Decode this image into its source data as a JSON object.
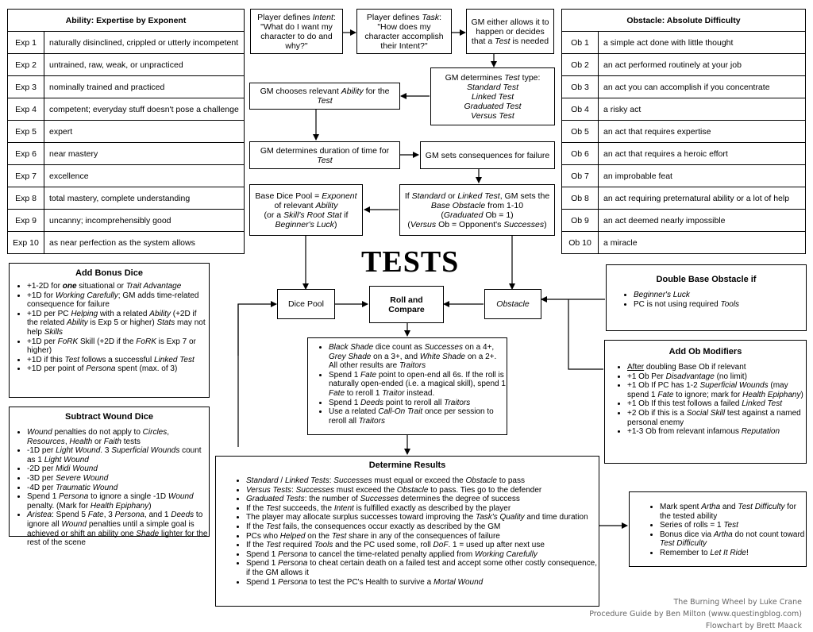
{
  "title": "TESTS",
  "ability_table": {
    "header": "Ability: Expertise by Exponent",
    "rows": [
      {
        "key": "Exp 1",
        "desc": "naturally disinclined, crippled or utterly incompetent"
      },
      {
        "key": "Exp 2",
        "desc": "untrained, raw, weak, or unpracticed"
      },
      {
        "key": "Exp 3",
        "desc": "nominally trained and practiced"
      },
      {
        "key": "Exp 4",
        "desc": "competent; everyday stuff doesn't pose a challenge"
      },
      {
        "key": "Exp 5",
        "desc": "expert"
      },
      {
        "key": "Exp 6",
        "desc": "near mastery"
      },
      {
        "key": "Exp 7",
        "desc": "excellence"
      },
      {
        "key": "Exp 8",
        "desc": "total mastery, complete understanding"
      },
      {
        "key": "Exp 9",
        "desc": "uncanny; incomprehensibly good"
      },
      {
        "key": "Exp 10",
        "desc": "as near perfection as the system allows"
      }
    ]
  },
  "obstacle_table": {
    "header": "Obstacle: Absolute Difficulty",
    "rows": [
      {
        "key": "Ob 1",
        "desc": "a simple act done with little thought"
      },
      {
        "key": "Ob 2",
        "desc": "an act performed routinely at your job"
      },
      {
        "key": "Ob 3",
        "desc": "an act you can accomplish if you concentrate"
      },
      {
        "key": "Ob 4",
        "desc": "a risky act"
      },
      {
        "key": "Ob 5",
        "desc": "an act that requires expertise"
      },
      {
        "key": "Ob 6",
        "desc": "an act that requires a heroic effort"
      },
      {
        "key": "Ob 7",
        "desc": "an improbable feat"
      },
      {
        "key": "Ob 8",
        "desc": "an act requiring preternatural ability or a lot of help"
      },
      {
        "key": "Ob 9",
        "desc": "an act deemed nearly impossible"
      },
      {
        "key": "Ob 10",
        "desc": "a miracle"
      }
    ]
  },
  "flow": {
    "intent": {
      "a": "Player defines ",
      "b": "Intent",
      "c": ": \"What do I want my character to do and why?\""
    },
    "task": {
      "a": "Player defines ",
      "b": "Task",
      "c": ": \"How does my character accomplish their Intent?\""
    },
    "gm_allows": {
      "a": "GM either allows it to happen or decides that a ",
      "b": "Test",
      "c": " is needed"
    },
    "test_type": {
      "head": "GM determines ",
      "head_em": "Test",
      "head_tail": " type:",
      "types": [
        "Standard Test",
        "Linked Test",
        "Graduated Test",
        "Versus Test"
      ]
    },
    "ability": {
      "a": "GM chooses relevant ",
      "b": "Ability",
      "c": " for the ",
      "d": "Test"
    },
    "duration": {
      "a": "GM determines duration of time for ",
      "b": "Test"
    },
    "consequences": "GM sets consequences for failure",
    "base_pool": {
      "l1a": "Base Dice Pool = ",
      "l1b": "Exponent",
      "l1c": " of relevant ",
      "l1d": "Ability",
      "l2a": "(or a ",
      "l2b": "Skill's Root Stat",
      "l2c": " if ",
      "l2d": "Beginner's Luck",
      "l2e": ")"
    },
    "base_ob": {
      "l1a": "If ",
      "l1b": "Standard",
      "l1c": " or ",
      "l1d": "Linked Test",
      "l1e": ", GM sets the ",
      "l1f": "Base Obstacle",
      "l1g": " from 1-10",
      "l2a": "(",
      "l2b": "Graduated",
      "l2c": " Ob = 1)",
      "l3a": "(",
      "l3b": "Versus",
      "l3c": " Ob = Opponent's ",
      "l3d": "Successes",
      "l3e": ")"
    },
    "dice_pool": "Dice Pool",
    "roll_compare": "Roll and Compare",
    "obstacle": "Obstacle"
  },
  "bonus_dice": {
    "title": "Add Bonus Dice",
    "items": [
      "+1-2D for one situational or Trait Advantage",
      "+1D for Working Carefully; GM adds time-related consequence for failure",
      "+1D per PC Helping with a related Ability (+2D if the related Ability is Exp 5 or higher) Stats may not help Skills",
      "+1D per FoRK Skill (+2D if the FoRK is Exp 7 or higher)",
      "+1D if this Test follows a successful Linked Test",
      "+1D per point of Persona spent (max. of 3)"
    ]
  },
  "wound_dice": {
    "title": "Subtract Wound Dice",
    "items": [
      "Wound penalties do not apply to Circles, Resources, Health or Faith tests",
      "-1D per Light Wound. 3 Superficial Wounds count as 1 Light Wound",
      "-2D per Midi Wound",
      "-3D per Severe Wound",
      "-4D per Traumatic Wound",
      "Spend 1 Persona to ignore a single -1D Wound penalty. (Mark for Health Epiphany)",
      "Aristea: Spend 5 Fate, 3 Persona, and 1 Deeds to ignore all Wound penalties until a simple goal is achieved or shift an ability one Shade lighter for the rest of the scene"
    ]
  },
  "double_ob": {
    "title": "Double Base Obstacle if",
    "items": [
      "Beginner's Luck",
      "PC is not using required Tools"
    ]
  },
  "ob_mods": {
    "title": "Add Ob Modifiers",
    "items": [
      "After doubling Base Ob if relevant",
      "+1 Ob Per Disadvantage (no limit)",
      "+1 Ob If PC has 1-2 Superficial Wounds (may spend 1 Fate to ignore; mark for Health Epiphany)",
      "+1 Ob If this test follows a failed Linked Test",
      "+2 Ob if this is a Social Skill test against a named personal enemy",
      "+1-3 Ob from relevant infamous Reputation"
    ]
  },
  "shades": {
    "items": [
      "Black Shade dice count as Successes on a 4+, Grey Shade on a 3+, and White Shade on a 2+. All other results are Traitors",
      "Spend 1 Fate point to open-end all 6s. If the roll is naturally open-ended (i.e. a magical skill), spend 1 Fate to reroll 1 Traitor instead.",
      "Spend 1 Deeds point to reroll all Traitors",
      "Use a related Call-On Trait once per session to reroll all Traitors"
    ]
  },
  "results": {
    "title": "Determine Results",
    "items": [
      "Standard / Linked Tests: Successes must equal or exceed the Obstacle to pass",
      "Versus Tests: Successes must exceed the Obstacle to pass. Ties go to the defender",
      "Graduated Tests: the number of Successes determines the degree of success",
      "If the Test succeeds, the Intent is fulfilled exactly as described by the player",
      "The player may allocate surplus successes toward improving the Task's Quality and time duration",
      "If the Test fails, the consequences occur exactly as described by the GM",
      "PCs who Helped on the Test share in any of the consequences of failure",
      "If the Test required Tools and the PC used some, roll DoF. 1 = used up after next use",
      "Spend 1 Persona to cancel the time-related penalty applied from Working Carefully",
      "Spend 1 Persona to cheat certain death on a failed test and accept some other costly consequence, if the GM allows it",
      "Spend 1 Persona to test the PC's Health to survive a Mortal Wound"
    ]
  },
  "artha": {
    "items": [
      "Mark spent Artha and Test Difficulty for the tested ability",
      "Series of rolls = 1 Test",
      "Bonus dice via Artha do not count toward Test Difficulty",
      "Remember to Let It Ride!"
    ]
  },
  "credits": {
    "line1": "The Burning Wheel by Luke Crane",
    "line2": "Procedure Guide by Ben Milton (www.questingblog.com)",
    "line3": "Flowchart by Brett Maack"
  }
}
